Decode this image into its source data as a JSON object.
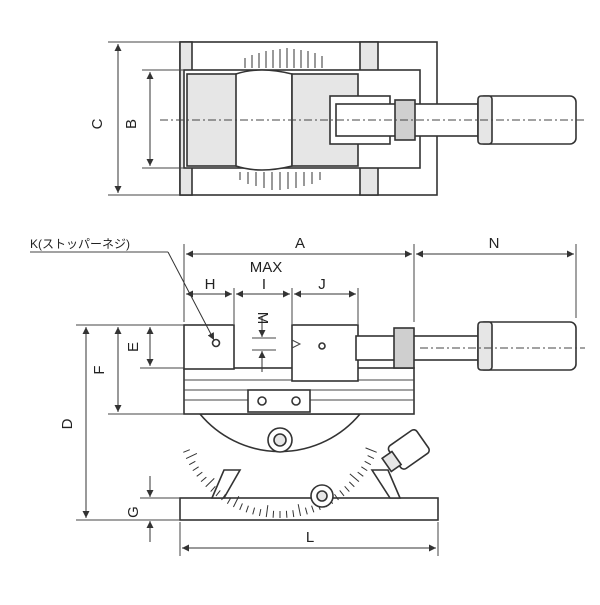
{
  "labels": {
    "A": "A",
    "B": "B",
    "C": "C",
    "D": "D",
    "E": "E",
    "F": "F",
    "G": "G",
    "H": "H",
    "I": "I",
    "J": "J",
    "L": "L",
    "M": "M",
    "N": "N",
    "max": "MAX",
    "stopper_screw": "K(ストッパーネジ)"
  }
}
